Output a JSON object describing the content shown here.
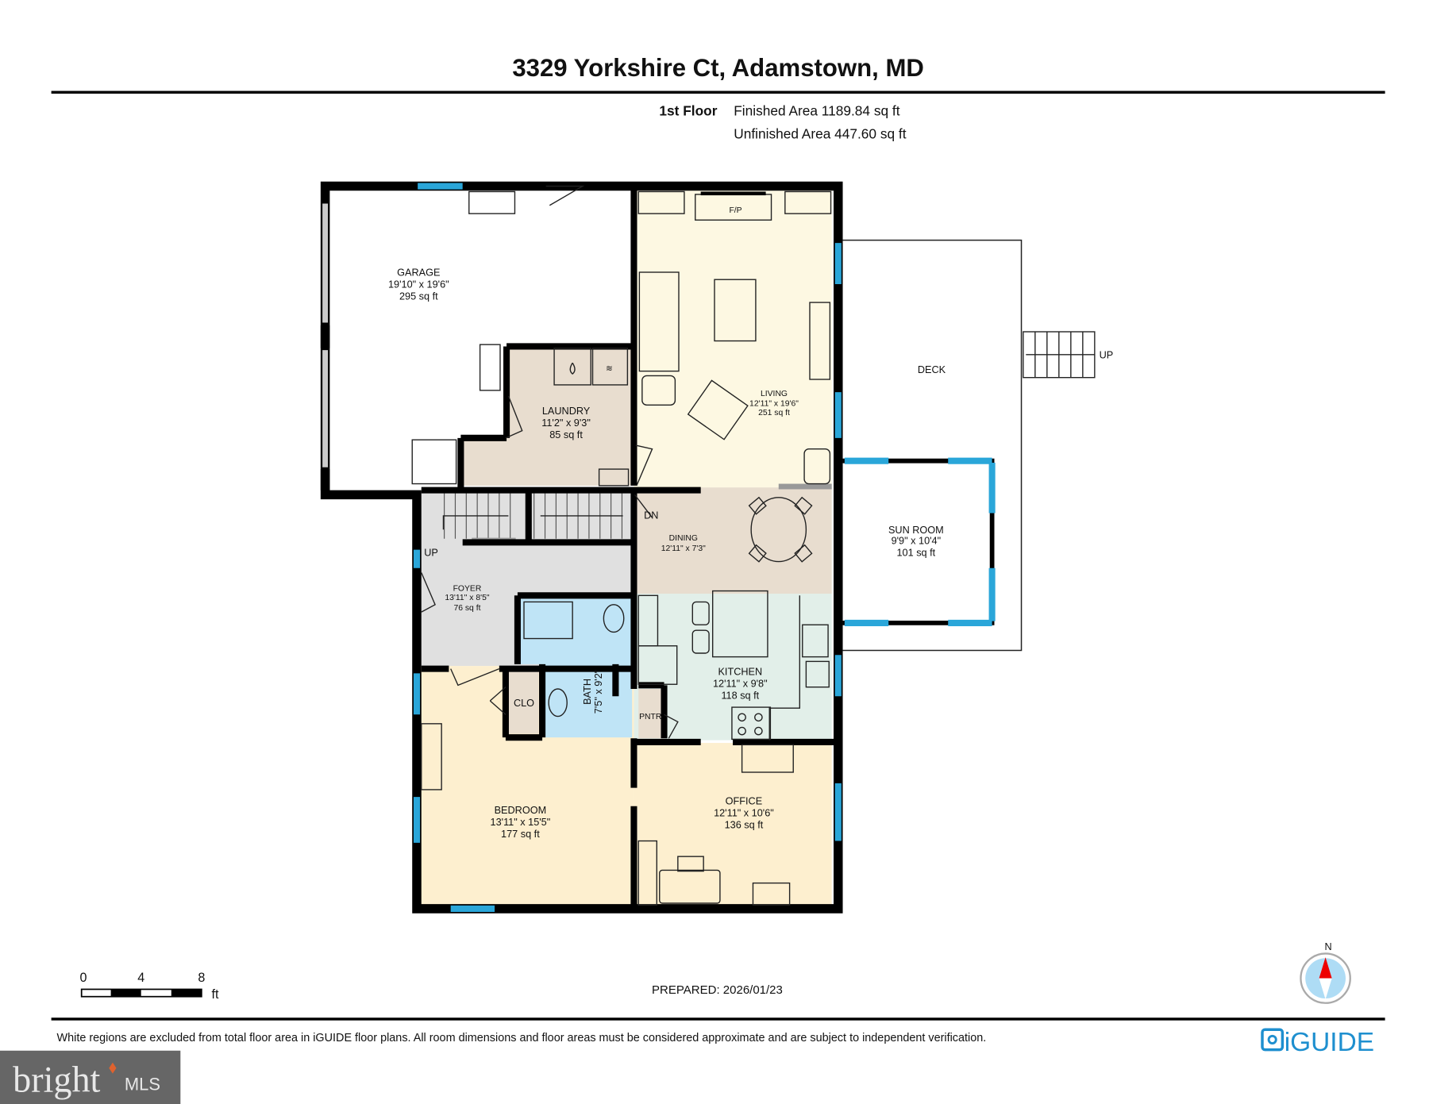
{
  "header": {
    "title": "3329 Yorkshire Ct, Adamstown, MD"
  },
  "floor_summary": {
    "floor_label": "1st Floor",
    "finished_area": "Finished Area 1189.84 sq ft",
    "unfinished_area": "Unfinished Area 447.60 sq ft"
  },
  "rooms": {
    "garage": {
      "name": "GARAGE",
      "dims": "19'10\" x 19'6\"",
      "area": "295 sq ft"
    },
    "laundry": {
      "name": "LAUNDRY",
      "dims": "11'2\" x 9'3\"",
      "area": "85 sq ft"
    },
    "living": {
      "name": "LIVING",
      "dims": "12'11\" x 19'6\"",
      "area": "251 sq ft"
    },
    "deck": {
      "name": "DECK"
    },
    "sunroom": {
      "name": "SUN ROOM",
      "dims": "9'9\" x 10'4\"",
      "area": "101 sq ft"
    },
    "dining": {
      "name": "DINING",
      "dims": "12'11\" x 7'3\""
    },
    "foyer": {
      "name": "FOYER",
      "dims": "13'11\" x 8'5\"",
      "area": "76 sq ft"
    },
    "bath": {
      "name": "BATH",
      "dims": "7'5\" x 9'2\""
    },
    "closet": {
      "name": "CLO"
    },
    "pantry": {
      "name": "PNTR"
    },
    "kitchen": {
      "name": "KITCHEN",
      "dims": "12'11\" x 9'8\"",
      "area": "118 sq ft"
    },
    "bedroom": {
      "name": "BEDROOM",
      "dims": "13'11\" x 15'5\"",
      "area": "177 sq ft"
    },
    "office": {
      "name": "OFFICE",
      "dims": "12'11\" x 10'6\"",
      "area": "136 sq ft"
    }
  },
  "labels": {
    "fireplace": "F/P",
    "stairs_down": "DN",
    "stairs_up": "UP",
    "deck_stairs_up": "UP"
  },
  "scale_bar": {
    "ticks": [
      "0",
      "4",
      "8"
    ],
    "unit": "ft"
  },
  "prepared": "PREPARED: 2026/01/23",
  "compass": {
    "label": "N"
  },
  "footer": {
    "disclaimer": "White regions are excluded from total floor area in iGUIDE floor plans. All room dimensions and floor areas must be considered approximate and are subject to independent verification.",
    "brand_logo": "iGUIDE",
    "watermark": "bright MLS"
  },
  "colors": {
    "window": "#2aa6d9",
    "living": "#fdf8e2",
    "laundry_dining": "#e8ddcf",
    "foyer": "#e0e0e0",
    "bath": "#bfe4f6",
    "kitchen": "#e2efe9",
    "bedroom_office": "#fdefcf",
    "brand": "#1e8fcf"
  }
}
